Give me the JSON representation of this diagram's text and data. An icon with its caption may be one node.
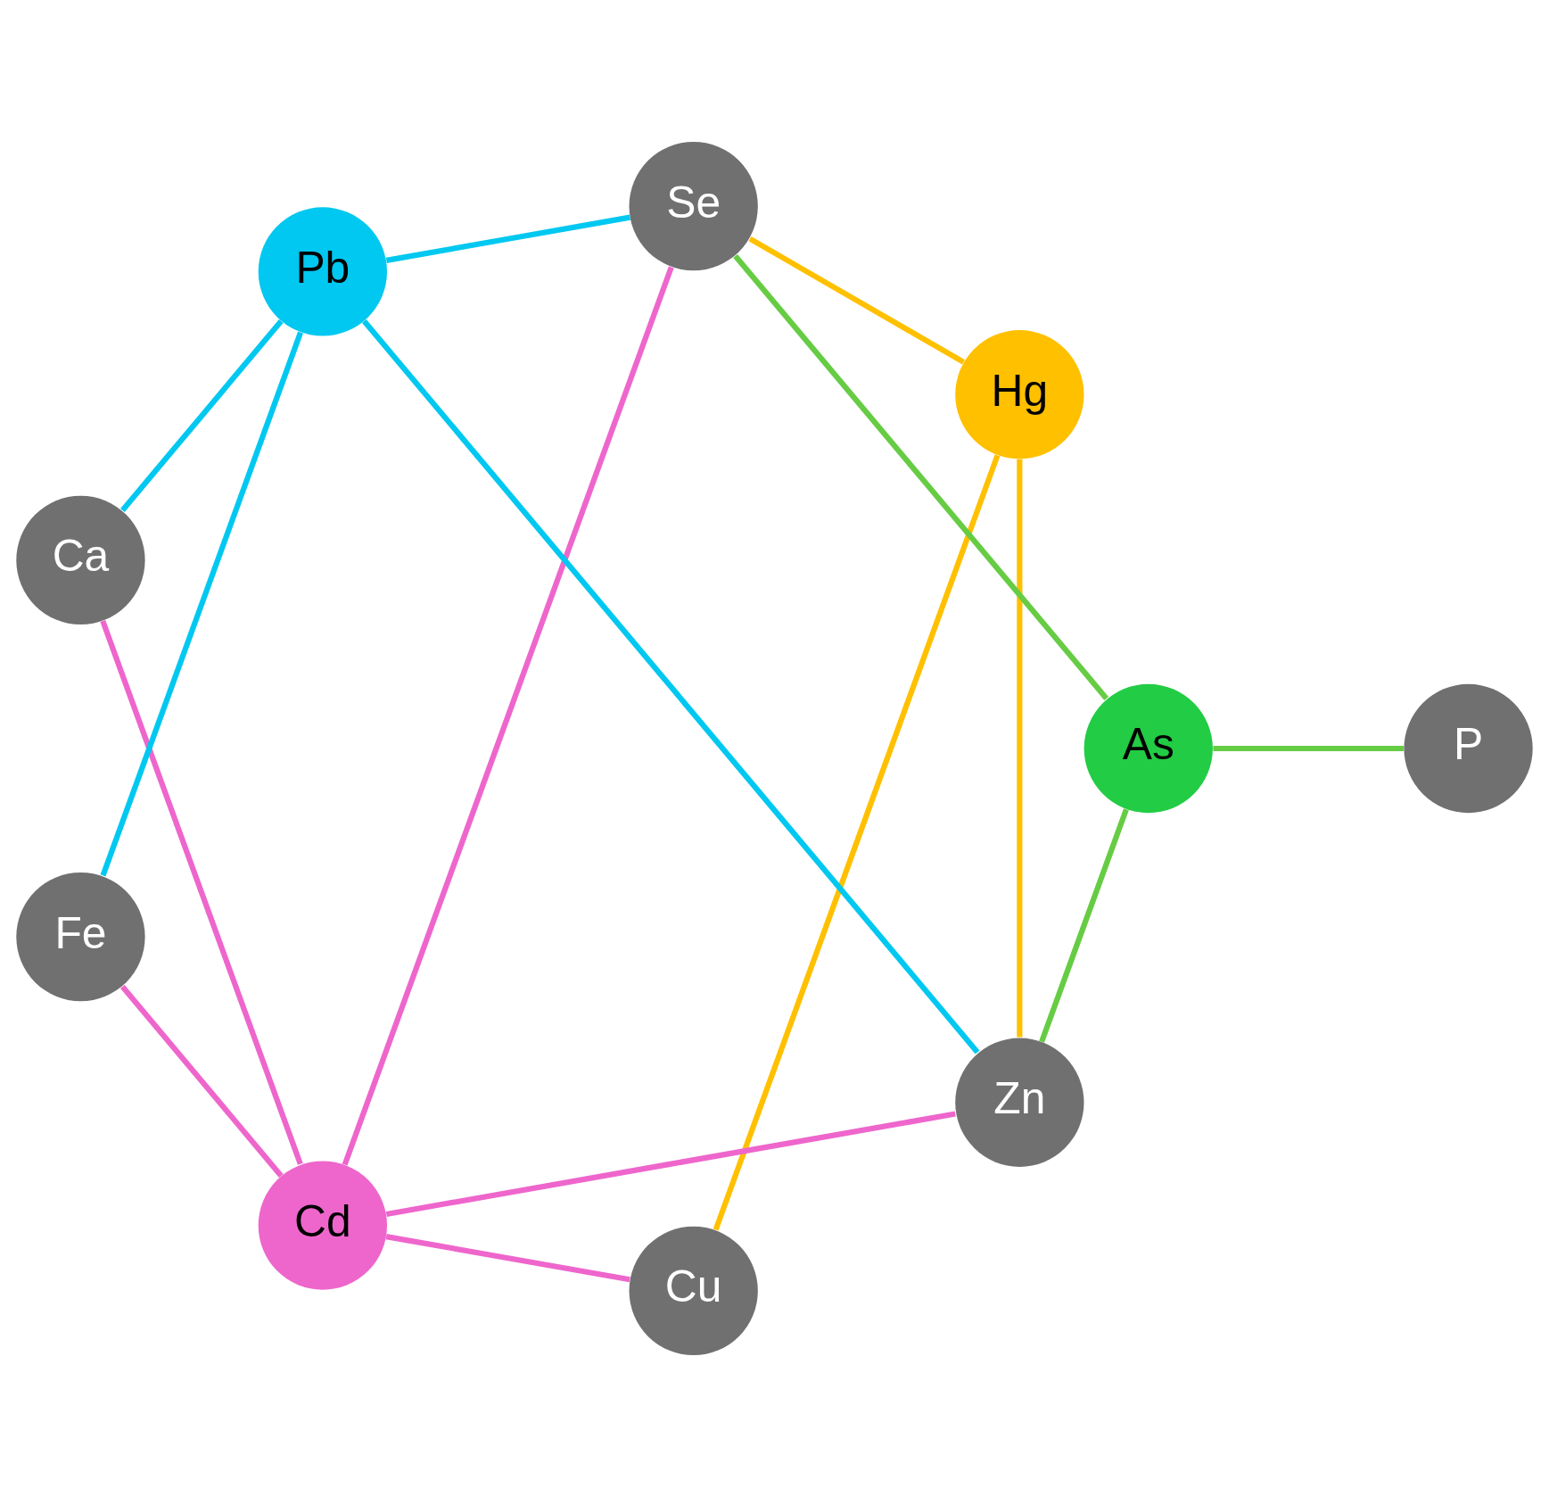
{
  "diagram": {
    "nodes": [
      {
        "text": [
          "Hg"
        ]
      },
      {
        "text": [
          "As"
        ]
      },
      {
        "text": [
          "Ca"
        ]
      },
      {
        "text": [
          "Cd"
        ]
      },
      {
        "text": [
          "Se"
        ]
      },
      {
        "text": [
          "Fe"
        ]
      },
      {
        "text": [
          "Zn"
        ]
      },
      {
        "text": [
          "P"
        ]
      },
      {
        "text": [
          "Pb"
        ]
      },
      {
        "text": [
          "Cu"
        ]
      }
    ],
    "edges": [
      {
        "from": 0,
        "to": 9,
        "arrow": "none",
        "color": "#ffc000"
      },
      {
        "from": 0,
        "to": 6,
        "arrow": "none",
        "color": "#ffc000"
      },
      {
        "from": 0,
        "to": 4,
        "arrow": "none",
        "color": "#ffc000"
      },
      {
        "from": 1,
        "to": 7,
        "arrow": "none",
        "color": "#66cc44"
      },
      {
        "from": 1,
        "to": 6,
        "arrow": "none",
        "color": "#66cc44"
      },
      {
        "from": 1,
        "to": 4,
        "arrow": "none",
        "color": "#66cc44"
      },
      {
        "from": 8,
        "to": 2,
        "arrow": "none",
        "color": "#00c8f0"
      },
      {
        "from": 8,
        "to": 6,
        "arrow": "none",
        "color": "#00c8f0"
      },
      {
        "from": 8,
        "to": 5,
        "arrow": "none",
        "color": "#00c8f0"
      },
      {
        "from": 8,
        "to": 4,
        "arrow": "none",
        "color": "#00c8f0"
      },
      {
        "from": 9,
        "to": 3,
        "arrow": "none",
        "color": "#ee66cc"
      },
      {
        "from": 2,
        "to": 3,
        "arrow": "none",
        "color": "#ee66cc"
      },
      {
        "from": 3,
        "to": 6,
        "arrow": "none",
        "color": "#ee66cc"
      },
      {
        "from": 3,
        "to": 5,
        "arrow": "none",
        "color": "#ee66cc"
      },
      {
        "from": 3,
        "to": 4,
        "arrow": "none",
        "color": "#ee66cc"
      }
    ]
  }
}
